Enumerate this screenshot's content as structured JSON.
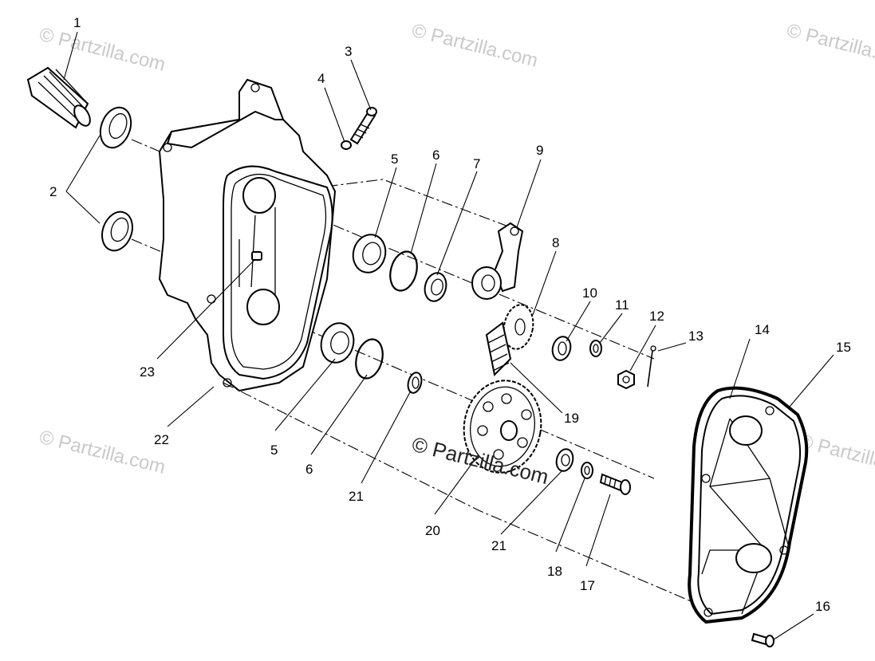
{
  "watermarks": {
    "top_left": "© Partzilla.com",
    "top_center": "© Partzilla.com",
    "top_right": "© Partzilla.c",
    "mid_left": "© Partzilla.com",
    "mid_right": "© Partzilla.c",
    "center": "© Partzilla.com"
  },
  "callouts": {
    "p1": "1",
    "p2": "2",
    "p3": "3",
    "p4": "4",
    "p5a": "5",
    "p5b": "5",
    "p6a": "6",
    "p6b": "6",
    "p7": "7",
    "p8": "8",
    "p9": "9",
    "p10": "10",
    "p11": "11",
    "p12": "12",
    "p13": "13",
    "p14": "14",
    "p15": "15",
    "p16": "16",
    "p17": "17",
    "p18": "18",
    "p19": "19",
    "p20": "20",
    "p21a": "21",
    "p21b": "21",
    "p22": "22",
    "p23": "23"
  }
}
